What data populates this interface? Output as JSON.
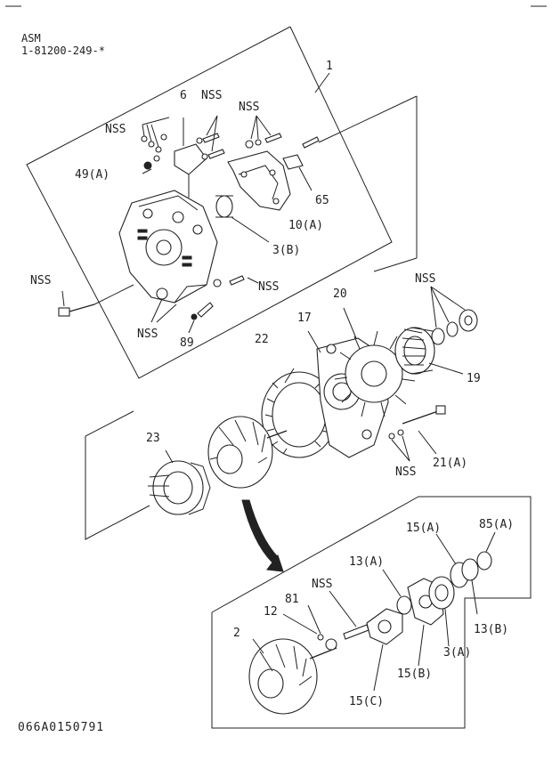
{
  "header": {
    "title_line1": "ASM",
    "title_line2": "1-81200-249-*"
  },
  "footer": {
    "drawing_code": "066A0150791"
  },
  "callouts": {
    "c1": "1",
    "c6": "6",
    "nss_top_left": "NSS",
    "nss_top_mid": "NSS",
    "nss_top_right": "NSS",
    "c49a": "49(A)",
    "c65": "65",
    "c10a": "10(A)",
    "c3b": "3(B)",
    "nss_bolt_left": "NSS",
    "nss_housing_right": "NSS",
    "nss_housing_bottom": "NSS",
    "c89": "89",
    "c20": "20",
    "nss_pulley": "NSS",
    "c17": "17",
    "c22": "22",
    "c19": "19",
    "c23": "23",
    "nss_bolt_lower": "NSS",
    "c21a": "21(A)",
    "c15a": "15(A)",
    "c85a": "85(A)",
    "c13a": "13(A)",
    "nss_detail": "NSS",
    "c81": "81",
    "c12": "12",
    "c2": "2",
    "c13b": "13(B)",
    "c3a": "3(A)",
    "c15b": "15(B)",
    "c15c": "15(C)"
  }
}
